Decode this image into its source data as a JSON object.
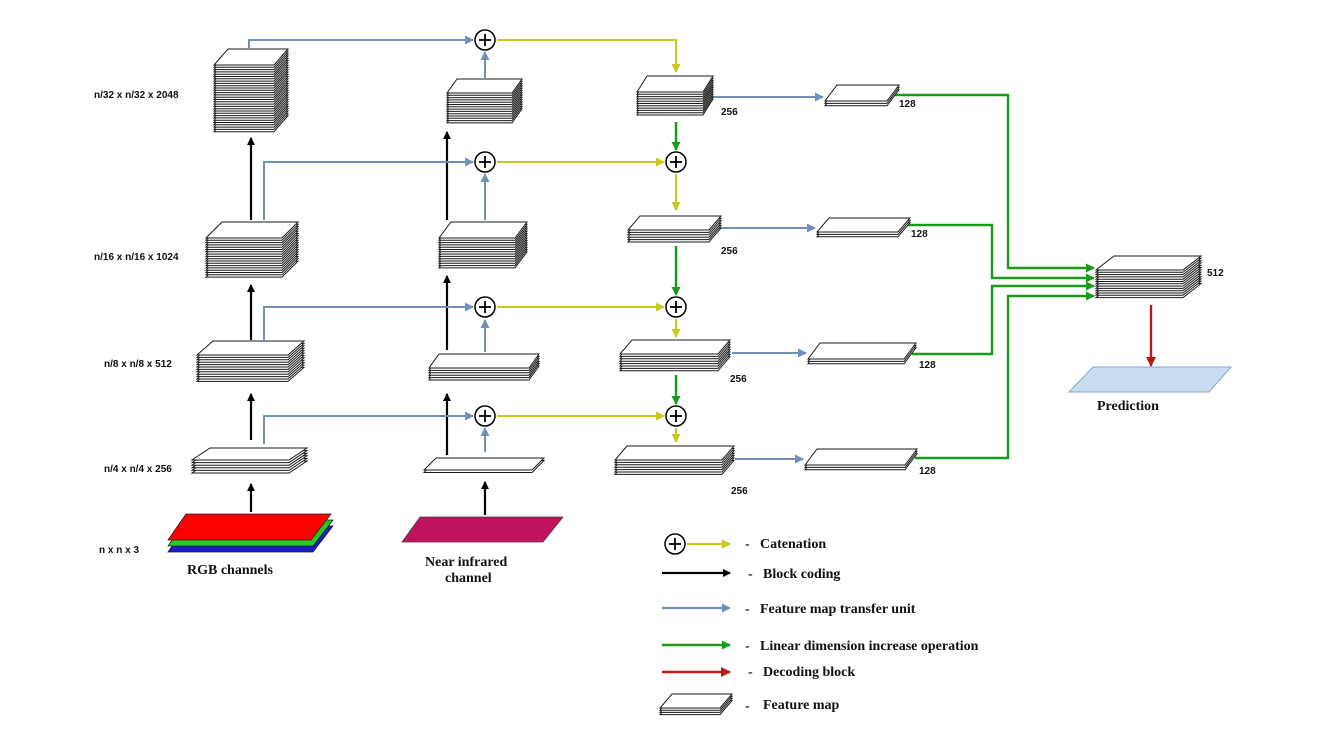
{
  "rgb_levels": [
    {
      "label": "n/32 x n/32 x 2048"
    },
    {
      "label": "n/16 x n/16 x 1024"
    },
    {
      "label": "n/8 x n/8 x 512"
    },
    {
      "label": "n/4 x n/4 x 256"
    },
    {
      "label": "n x n x 3"
    }
  ],
  "inputs": {
    "rgb_label": "RGB channels",
    "nir_label_line1": "Near infrared",
    "nir_label_line2": "channel",
    "rgb_colors": [
      "#ff0000",
      "#22cc22",
      "#1a1acc"
    ],
    "nir_color": "#c0125e"
  },
  "catenation_channels": [
    "256",
    "256",
    "256",
    "256"
  ],
  "reduced_channels": [
    "128",
    "128",
    "128",
    "128"
  ],
  "output": {
    "channels": "512",
    "prediction_label": "Prediction",
    "prediction_color": "#c9ddf2"
  },
  "legend": [
    {
      "label": "Catenation",
      "type": "catenation"
    },
    {
      "label": "Block coding",
      "type": "black-arrow"
    },
    {
      "label": "Feature map transfer unit",
      "type": "blue-arrow"
    },
    {
      "label": "Linear dimension increase operation",
      "type": "green-arrow"
    },
    {
      "label": "Decoding block",
      "type": "red-arrow"
    },
    {
      "label": "Feature map",
      "type": "feature-map"
    }
  ],
  "legend_dash": "-",
  "arrow_colors": {
    "catenation": "#c8c81e",
    "block_coding": "#000000",
    "transfer": "#7090b8",
    "increase": "#1a9a1a",
    "decoding": "#c01818"
  }
}
